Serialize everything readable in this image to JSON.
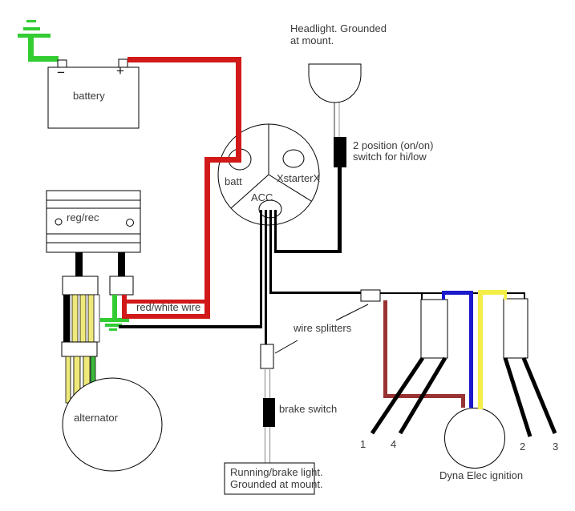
{
  "diagram_type": "motorcycle-electrical-wiring-diagram",
  "labels": {
    "headlight_note": {
      "line1": "Headlight. Grounded",
      "line2": "at mount."
    },
    "hilow_note": {
      "line1": "2 position (on/on)",
      "line2": "switch for hi/low"
    },
    "battery": "battery",
    "battery_minus": "−",
    "battery_plus": "+",
    "reg_rec": "reg/rec",
    "red_white_wire": "red/white wire",
    "wire_splitters": "wire splitters",
    "brake_switch": "brake switch",
    "running_light": {
      "line1": "Running/brake light.",
      "line2": "Grounded at mount."
    },
    "alternator": "alternator",
    "ignition": {
      "batt": "batt",
      "starter": "XstarterX",
      "acc": "ACC"
    },
    "dyna": "Dyna Elec ignition",
    "plug_numbers": {
      "p1": "1",
      "p4": "4",
      "p2": "2",
      "p3": "3"
    }
  },
  "colors": {
    "wire_red": "#d11919",
    "wire_dark_red": "#993333",
    "wire_blue": "#1a1acc",
    "wire_yellow": "#f4ef48",
    "wire_green": "#33cc33",
    "stator_stripe_yellow": "#efe97b",
    "stator_stripe_green": "#3cb93c",
    "wire_black": "#000000",
    "wire_gray": "#999999",
    "background": "#ffffff"
  }
}
